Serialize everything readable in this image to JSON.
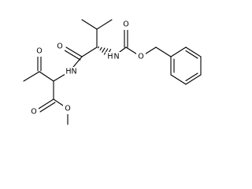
{
  "molecule": {
    "atoms": {
      "o_ketone": "O",
      "n_amide": "N",
      "h_amide": "H",
      "o_amide": "O",
      "h_carbamate": "H",
      "n_carbamate": "N",
      "o_carbamate_carbonyl": "O",
      "o_carbamate_ether": "O",
      "o_ester_carbonyl": "O",
      "o_ester_ether": "O"
    }
  }
}
